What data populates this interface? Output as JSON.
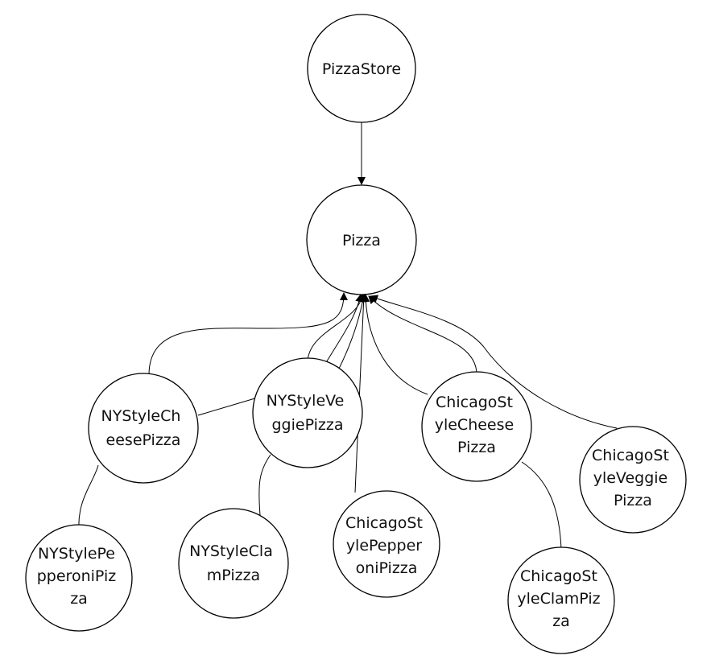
{
  "nodes": {
    "pizza_store": {
      "lines": [
        "PizzaStore"
      ]
    },
    "pizza": {
      "lines": [
        "Pizza"
      ]
    },
    "ny_cheese": {
      "lines": [
        "NYStyleCh",
        "eesePizza"
      ]
    },
    "ny_veggie": {
      "lines": [
        "NYStyleVe",
        "ggiePizza"
      ]
    },
    "chicago_cheese": {
      "lines": [
        "ChicagoSt",
        "yleCheese",
        "Pizza"
      ]
    },
    "chicago_veggie": {
      "lines": [
        "ChicagoSt",
        "yleVeggie",
        "Pizza"
      ]
    },
    "ny_pepperoni": {
      "lines": [
        "NYStylePe",
        "pperoniPiz",
        "za"
      ]
    },
    "ny_clam": {
      "lines": [
        "NYStyleCla",
        "mPizza"
      ]
    },
    "chicago_pepperoni": {
      "lines": [
        "ChicagoSt",
        "ylePepper",
        "oniPizza"
      ]
    },
    "chicago_clam": {
      "lines": [
        "ChicagoSt",
        "yleClamPiz",
        "za"
      ]
    }
  },
  "edges": [
    {
      "from": "pizza_store",
      "to": "pizza",
      "arrow": true
    },
    {
      "from": "ny_cheese",
      "to": "pizza",
      "arrow": true
    },
    {
      "from": "ny_veggie",
      "to": "pizza",
      "arrow": true
    },
    {
      "from": "chicago_pepperoni",
      "to": "pizza",
      "arrow": true
    },
    {
      "from": "chicago_cheese",
      "to": "pizza",
      "arrow": true
    },
    {
      "from": "chicago_veggie",
      "to": "pizza",
      "arrow": true
    },
    {
      "from": "ny_pepperoni",
      "to": "pizza",
      "arrow": true
    },
    {
      "from": "ny_clam",
      "to": "pizza",
      "arrow": true
    },
    {
      "from": "chicago_clam",
      "to": "pizza",
      "arrow": true
    },
    {
      "from": "ny_cheese",
      "to": "ny_veggie",
      "arrow": false
    },
    {
      "from": "ny_pepperoni",
      "to": "ny_cheese",
      "arrow": false
    },
    {
      "from": "ny_clam",
      "to": "ny_veggie",
      "arrow": false
    },
    {
      "from": "chicago_clam",
      "to": "chicago_cheese",
      "arrow": false
    }
  ]
}
